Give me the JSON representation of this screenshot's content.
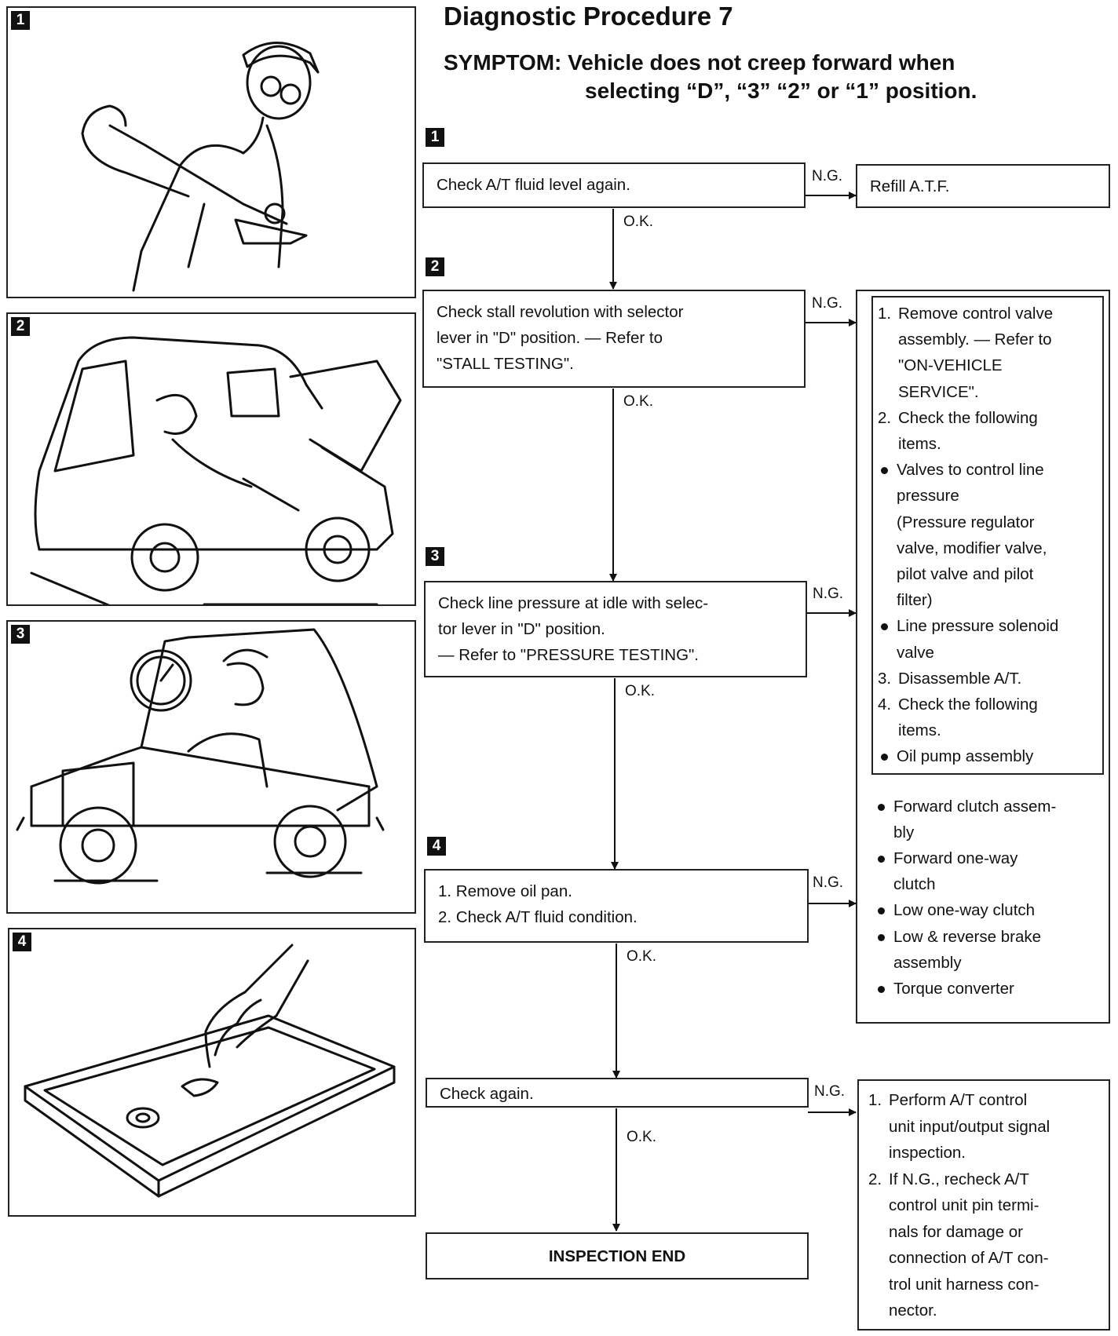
{
  "title": "Diagnostic Procedure 7",
  "symptom": {
    "label": "SYMPTOM:",
    "line1": "Vehicle does not creep forward when",
    "line2": "selecting “D”, “3” “2” or “1” position."
  },
  "illustrations": [
    {
      "number": "1",
      "icon": "technician-checking-dipstick-icon"
    },
    {
      "number": "2",
      "icon": "technician-stall-test-in-car-icon"
    },
    {
      "number": "3",
      "icon": "technician-pressure-gauge-in-car-icon"
    },
    {
      "number": "4",
      "icon": "oil-pan-inspection-icon"
    }
  ],
  "flow": {
    "step1": {
      "number": "1",
      "text": "Check A/T fluid level again."
    },
    "step2": {
      "number": "2",
      "lines": [
        "Check stall revolution with selector",
        "lever in \"D\" position. — Refer to",
        "\"STALL TESTING\"."
      ]
    },
    "step3": {
      "number": "3",
      "lines": [
        "Check line pressure at idle with selec-",
        "tor lever in \"D\" position.",
        "— Refer to \"PRESSURE TESTING\"."
      ]
    },
    "step4": {
      "number": "4",
      "lines": [
        "1. Remove oil pan.",
        "2. Check A/T fluid condition."
      ]
    },
    "step5": {
      "text": "Check again."
    },
    "end": {
      "text": "INSPECTION END"
    },
    "ok_label": "O.K.",
    "ng_label": "N.G."
  },
  "remedies": {
    "refill": "Refill A.T.F.",
    "big": {
      "i1_num": "1.",
      "i1_l1": "Remove control valve",
      "i1_l2": "assembly. — Refer to",
      "i1_l3": "\"ON-VEHICLE",
      "i1_l4": "SERVICE\".",
      "i2_num": "2.",
      "i2_l1": "Check the following",
      "i2_l2": "items.",
      "b1_l1": "Valves to control line",
      "b1_l2": "pressure",
      "b1_l3": "(Pressure regulator",
      "b1_l4": "valve, modifier valve,",
      "b1_l5": "pilot valve and pilot",
      "b1_l6": "filter)",
      "b2_l1": "Line pressure solenoid",
      "b2_l2": "valve",
      "i3_num": "3.",
      "i3_l1": "Disassemble A/T.",
      "i4_num": "4.",
      "i4_l1": "Check the following",
      "i4_l2": "items.",
      "b3_l1": "Oil pump assembly",
      "b4_l1": "Forward clutch assem-",
      "b4_l2": "bly",
      "b5_l1": "Forward one-way",
      "b5_l2": "clutch",
      "b6_l1": "Low one-way clutch",
      "b7_l1": "Low & reverse brake",
      "b7_l2": "assembly",
      "b8_l1": "Torque converter"
    },
    "last": {
      "i1_num": "1.",
      "i1_l1": "Perform A/T control",
      "i1_l2": "unit input/output signal",
      "i1_l3": "inspection.",
      "i2_num": "2.",
      "i2_l1": "If N.G., recheck A/T",
      "i2_l2": "control unit pin termi-",
      "i2_l3": "nals for damage or",
      "i2_l4": "connection of A/T con-",
      "i2_l5": "trol unit harness con-",
      "i2_l6": "nector."
    }
  }
}
